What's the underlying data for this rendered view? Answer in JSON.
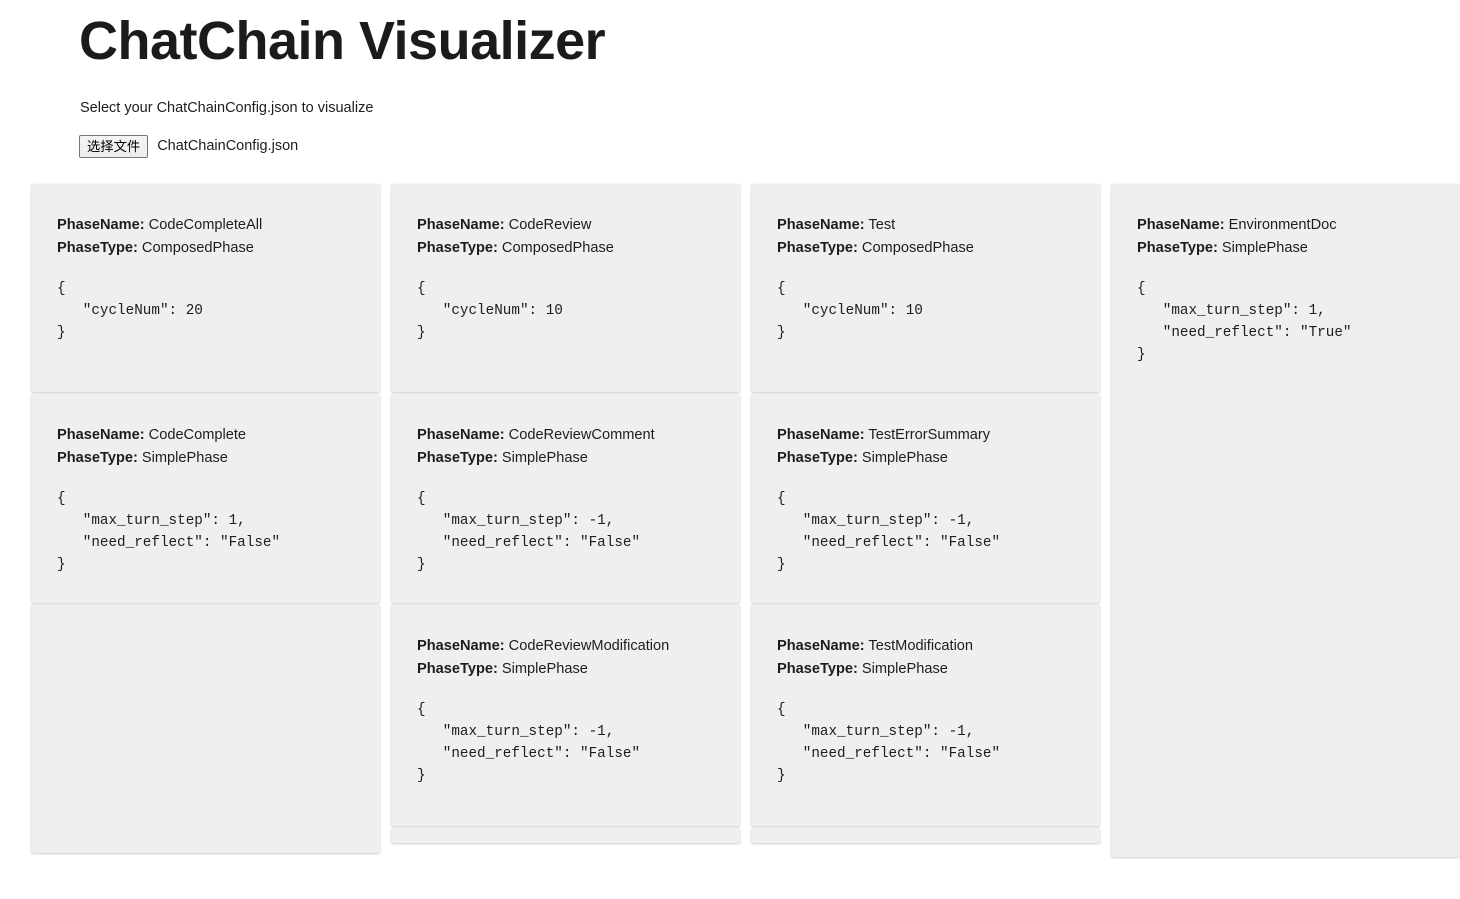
{
  "header": {
    "title": "ChatChain Visualizer",
    "subtitle": "Select your ChatChainConfig.json to visualize",
    "file_button_label": "选择文件",
    "file_name": "ChatChainConfig.json"
  },
  "labels": {
    "phase_name_key": "PhaseName:",
    "phase_type_key": "PhaseType:"
  },
  "columns": [
    {
      "cards": [
        {
          "phase_name": "CodeCompleteAll",
          "phase_type": "ComposedPhase",
          "json": "{\n   \"cycleNum\": 20\n}"
        },
        {
          "phase_name": "CodeComplete",
          "phase_type": "SimplePhase",
          "json": "{\n   \"max_turn_step\": 1,\n   \"need_reflect\": \"False\"\n}"
        },
        {
          "phase_name": "",
          "phase_type": "",
          "json": ""
        }
      ]
    },
    {
      "cards": [
        {
          "phase_name": "CodeReview",
          "phase_type": "ComposedPhase",
          "json": "{\n   \"cycleNum\": 10\n}"
        },
        {
          "phase_name": "CodeReviewComment",
          "phase_type": "SimplePhase",
          "json": "{\n   \"max_turn_step\": -1,\n   \"need_reflect\": \"False\"\n}"
        },
        {
          "phase_name": "CodeReviewModification",
          "phase_type": "SimplePhase",
          "json": "{\n   \"max_turn_step\": -1,\n   \"need_reflect\": \"False\"\n}"
        },
        {
          "phase_name": "",
          "phase_type": "",
          "json": ""
        }
      ]
    },
    {
      "cards": [
        {
          "phase_name": "Test",
          "phase_type": "ComposedPhase",
          "json": "{\n   \"cycleNum\": 10\n}"
        },
        {
          "phase_name": "TestErrorSummary",
          "phase_type": "SimplePhase",
          "json": "{\n   \"max_turn_step\": -1,\n   \"need_reflect\": \"False\"\n}"
        },
        {
          "phase_name": "TestModification",
          "phase_type": "SimplePhase",
          "json": "{\n   \"max_turn_step\": -1,\n   \"need_reflect\": \"False\"\n}"
        },
        {
          "phase_name": "",
          "phase_type": "",
          "json": ""
        }
      ]
    },
    {
      "cards": [
        {
          "phase_name": "EnvironmentDoc",
          "phase_type": "SimplePhase",
          "json": "{\n   \"max_turn_step\": 1,\n   \"need_reflect\": \"True\"\n}"
        }
      ]
    }
  ],
  "colors": {
    "page_background": "#ffffff",
    "card_background": "#efefef",
    "text": "#1d1d1d"
  }
}
